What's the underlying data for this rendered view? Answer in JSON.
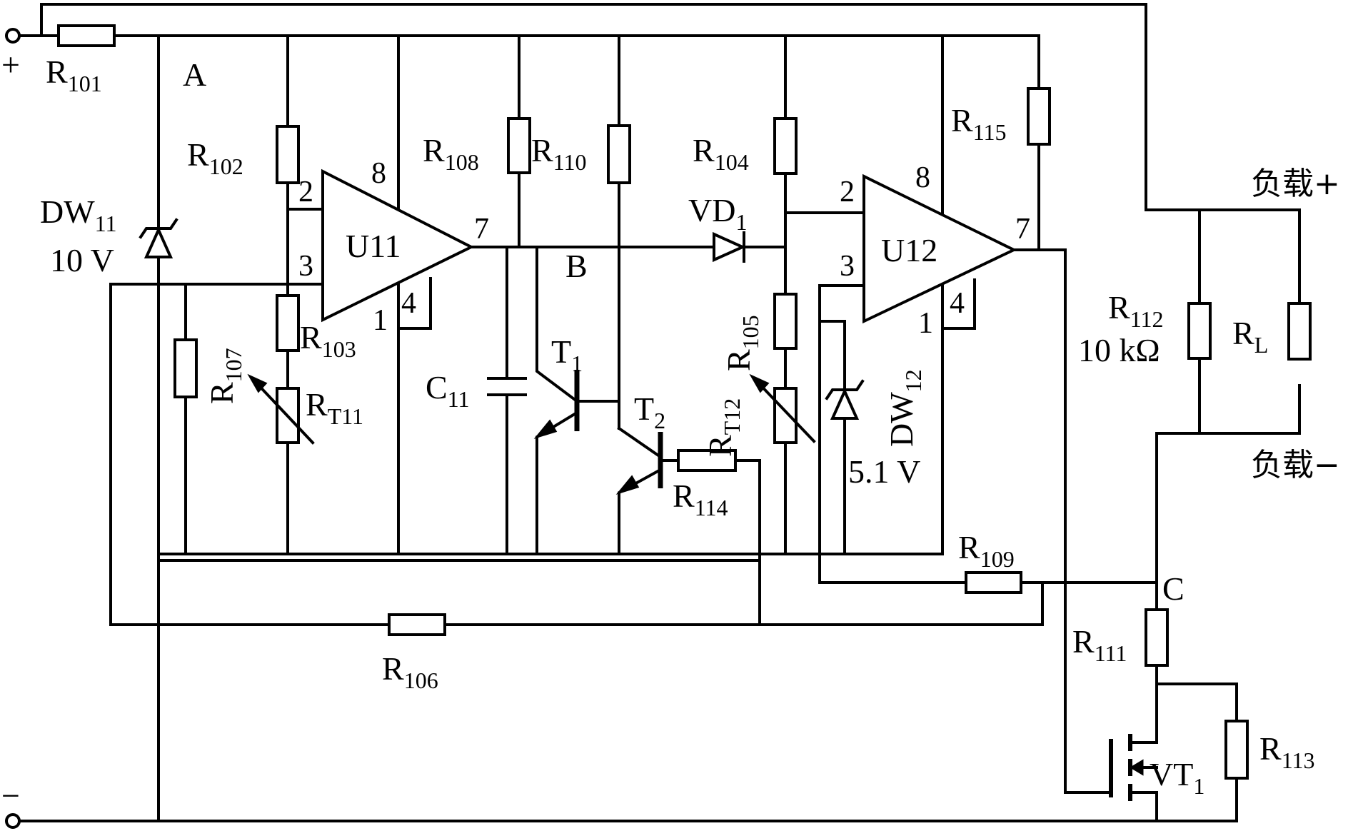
{
  "labels": {
    "plus": "+",
    "minus": "−",
    "node_a": "A",
    "node_b": "B",
    "node_c": "C",
    "r101": {
      "base": "R",
      "sub": "101"
    },
    "r102": {
      "base": "R",
      "sub": "102"
    },
    "r103": {
      "base": "R",
      "sub": "103"
    },
    "r104": {
      "base": "R",
      "sub": "104"
    },
    "r105": {
      "base": "R",
      "sub": "105"
    },
    "r106": {
      "base": "R",
      "sub": "106"
    },
    "r107": {
      "base": "R",
      "sub": "107"
    },
    "r108": {
      "base": "R",
      "sub": "108"
    },
    "r109": {
      "base": "R",
      "sub": "109"
    },
    "r110": {
      "base": "R",
      "sub": "110"
    },
    "r111": {
      "base": "R",
      "sub": "111"
    },
    "r112": {
      "base": "R",
      "sub": "112",
      "value": "10 kΩ"
    },
    "r113": {
      "base": "R",
      "sub": "113"
    },
    "r114": {
      "base": "R",
      "sub": "114"
    },
    "r115": {
      "base": "R",
      "sub": "115"
    },
    "rl": {
      "base": "R",
      "sub": "L"
    },
    "rt11": {
      "base": "R",
      "sub": "T11"
    },
    "rt12": {
      "base": "R",
      "sub": "T12"
    },
    "dw11": {
      "base": "DW",
      "sub": "11",
      "value": "10 V"
    },
    "dw12": {
      "base": "DW",
      "sub": "12",
      "value": "5.1 V"
    },
    "vd1": {
      "base": "VD",
      "sub": "1"
    },
    "vt1": {
      "base": "VT",
      "sub": "1"
    },
    "t1": {
      "base": "T",
      "sub": "1"
    },
    "t2": {
      "base": "T",
      "sub": "2"
    },
    "c11": {
      "base": "C",
      "sub": "11"
    },
    "u11": "U11",
    "u12": "U12",
    "load_plus": "负载+",
    "load_minus": "负载−",
    "u11_pins": {
      "p1": "1",
      "p2": "2",
      "p3": "3",
      "p4": "4",
      "p7": "7",
      "p8": "8"
    },
    "u12_pins": {
      "p1": "1",
      "p2": "2",
      "p3": "3",
      "p4": "4",
      "p7": "7",
      "p8": "8"
    }
  }
}
